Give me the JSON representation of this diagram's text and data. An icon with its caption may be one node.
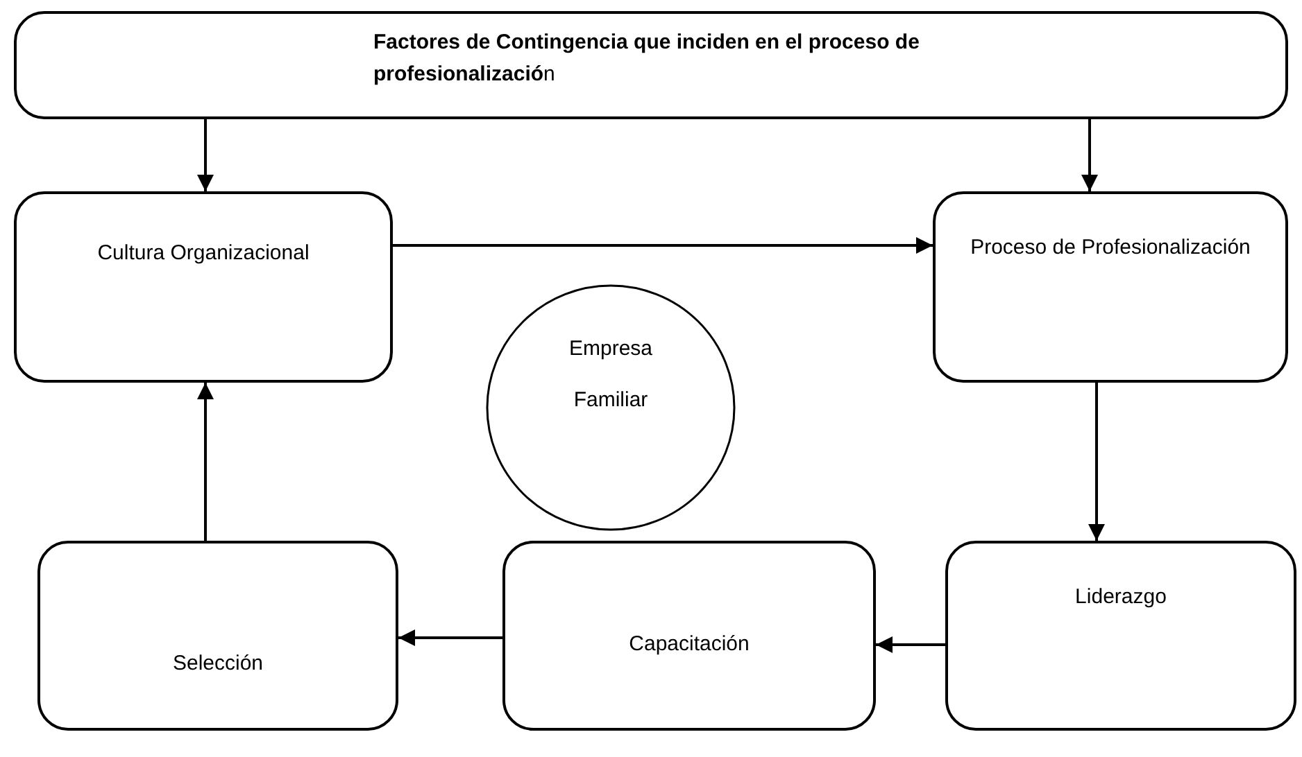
{
  "diagram": {
    "nodes": [
      {
        "text": [
          "**Factores de Contingencia que inciden en el proceso de profesionalizació**n"
        ]
      },
      {
        "text": [
          "Cultura  Organizacional"
        ]
      },
      {
        "text": [
          "Proceso de Profesionalización"
        ]
      },
      {
        "text": [
          "Empresa",
          "Familiar"
        ]
      },
      {
        "text": [
          "Selección"
        ]
      },
      {
        "text": [
          "Capacitación"
        ]
      },
      {
        "text": [
          "Liderazgo"
        ]
      }
    ],
    "edges": [
      {
        "from": 0,
        "to": 1,
        "arrow": "to"
      },
      {
        "from": 0,
        "to": 2,
        "arrow": "to"
      },
      {
        "from": 1,
        "to": 2,
        "arrow": "to"
      },
      {
        "from": 2,
        "to": 6,
        "arrow": "to"
      },
      {
        "from": 6,
        "to": 5,
        "arrow": "to"
      },
      {
        "from": 5,
        "to": 4,
        "arrow": "to"
      },
      {
        "from": 4,
        "to": 1,
        "arrow": "to"
      }
    ]
  }
}
